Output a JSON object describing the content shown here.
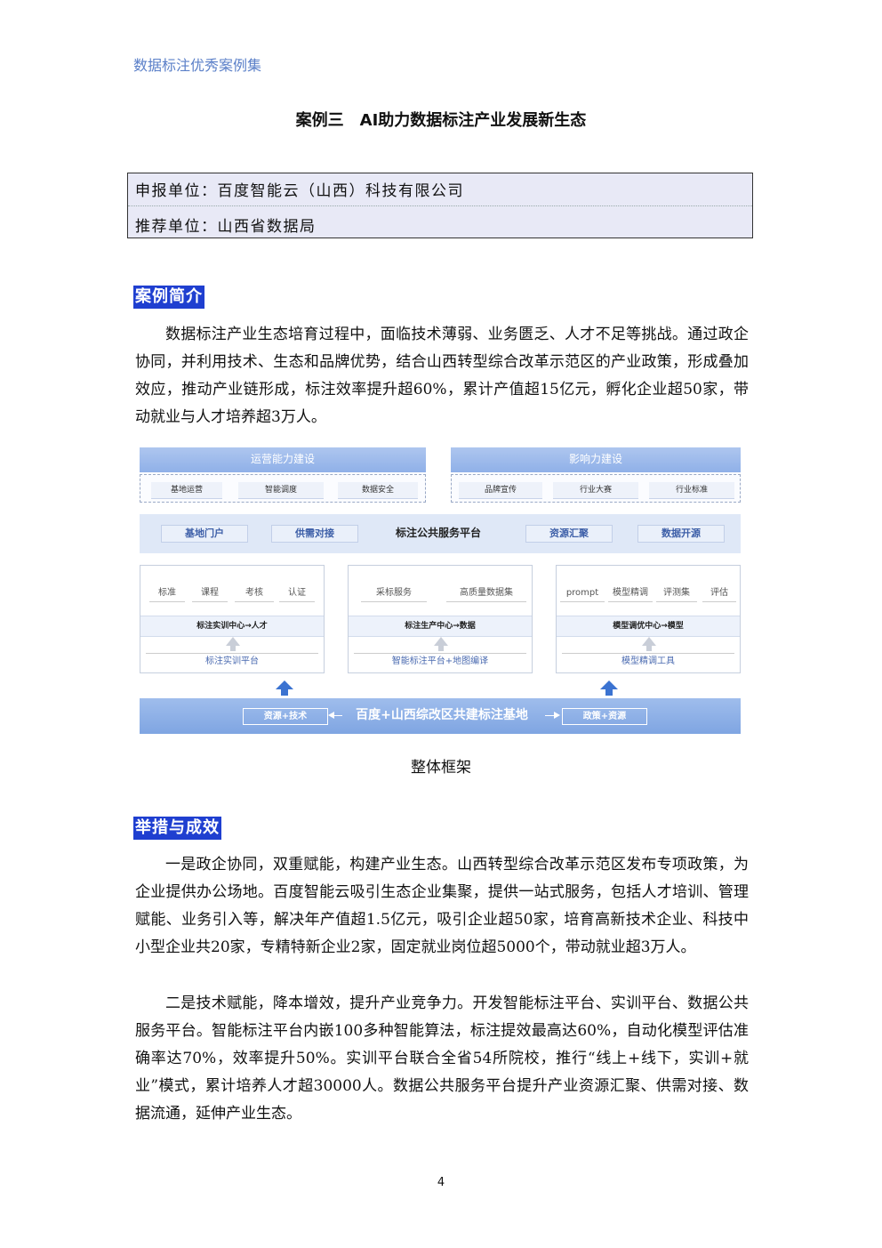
{
  "header": {
    "running_title": "数据标注优秀案例集"
  },
  "case_title": "案例三　AI助力数据标注产业发展新生态",
  "info": {
    "applicant": "申报单位：百度智能云（山西）科技有限公司",
    "recommender": "推荐单位：山西省数据局"
  },
  "sections": {
    "intro": {
      "heading": "案例简介",
      "text": "数据标注产业生态培育过程中，面临技术薄弱、业务匮乏、人才不足等挑战。通过政企协同，并利用技术、生态和品牌优势，结合山西转型综合改革示范区的产业政策，形成叠加效应，推动产业链形成，标注效率提升超60%，累计产值超15亿元，孵化企业超50家，带动就业与人才培养超3万人。"
    },
    "measures": {
      "heading": "举措与成效",
      "p1": "一是政企协同，双重赋能，构建产业生态。山西转型综合改革示范区发布专项政策，为企业提供办公场地。百度智能云吸引生态企业集聚，提供一站式服务，包括人才培训、管理赋能、业务引入等，解决年产值超1.5亿元，吸引企业超50家，培育高新技术企业、科技中小型企业共20家，专精特新企业2家，固定就业岗位超5000个，带动就业超3万人。",
      "p2": "二是技术赋能，降本增效，提升产业竞争力。开发智能标注平台、实训平台、数据公共服务平台。智能标注平台内嵌100多种智能算法，标注提效最高达60%，自动化模型评估准确率达70%，效率提升50%。实训平台联合全省54所院校，推行“线上+线下，实训+就业”模式，累计培养人才超30000人。数据公共服务平台提升产业资源汇聚、供需对接、数据流通，延伸产业生态。"
    }
  },
  "diagram": {
    "ops": {
      "title": "运营能力建设",
      "items": [
        "基地运营",
        "智能调度",
        "数据安全"
      ]
    },
    "influence": {
      "title": "影响力建设",
      "items": [
        "品牌宣传",
        "行业大赛",
        "行业标准"
      ]
    },
    "platform": {
      "title": "标注公共服务平台",
      "left": [
        "基地门户",
        "供需对接"
      ],
      "right": [
        "资源汇聚",
        "数据开源"
      ]
    },
    "columns": [
      {
        "chips": [
          "标准",
          "课程",
          "考核",
          "认证"
        ],
        "center": "标注实训中心→人才",
        "bottom": "标注实训平台"
      },
      {
        "chips": [
          "采标服务",
          "高质量数据集"
        ],
        "center": "标注生产中心→数据",
        "bottom": "智能标注平台+地图编译"
      },
      {
        "chips": [
          "prompt",
          "模型精调",
          "评测集",
          "评估"
        ],
        "center": "模型调优中心→模型",
        "bottom": "模型精调工具"
      }
    ],
    "base": {
      "title": "百度+山西综改区共建标注基地",
      "left_chip": "资源+技术",
      "right_chip": "政策+资源"
    },
    "colors": {
      "accent": "#1f3fd0",
      "bar": "#8fb0e8",
      "arrow": "#3b73d1"
    }
  },
  "caption": "整体框架",
  "page_number": "4"
}
